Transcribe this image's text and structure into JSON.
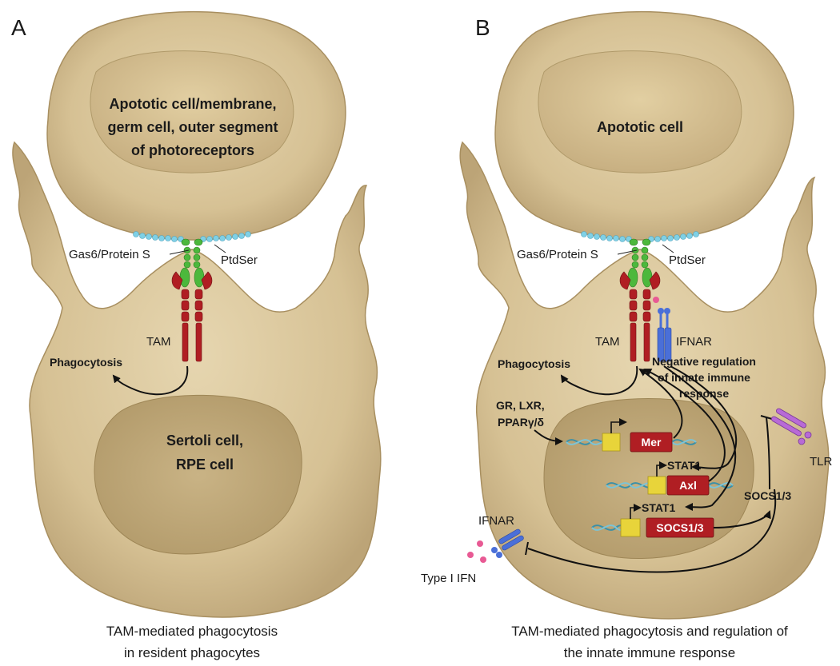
{
  "panels": {
    "A": {
      "letter": "A",
      "top_cell_lines": [
        "Apototic cell/membrane,",
        "germ cell, outer segment",
        "of photoreceptors"
      ],
      "ligand_label": "Gas6/Protein S",
      "ptdser_label": "PtdSer",
      "receptor_label": "TAM",
      "phagocytosis_label": "Phagocytosis",
      "nucleus_lines": [
        "Sertoli cell,",
        "RPE cell"
      ],
      "caption_lines": [
        "TAM-mediated phagocytosis",
        "in resident phagocytes"
      ]
    },
    "B": {
      "letter": "B",
      "top_cell_label": "Apototic cell",
      "ligand_label": "Gas6/Protein S",
      "ptdser_label": "PtdSer",
      "receptor_label": "TAM",
      "ifnar_label": "IFNAR",
      "phagocytosis_label": "Phagocytosis",
      "neg_reg_lines": [
        "Negative regulation",
        "of innate immune",
        "response"
      ],
      "nuclear_receptors_lines": [
        "GR, LXR,",
        "PPARγ/δ"
      ],
      "genes": [
        "Mer",
        "Axl",
        "SOCS1/3"
      ],
      "stat_labels": [
        "STAT1",
        "STAT1"
      ],
      "socs_protein_label": "SOCS1/3",
      "tlr_label": "TLR",
      "ifnar2_label": "IFNAR",
      "type1_ifn_label": "Type I IFN",
      "caption_lines": [
        "TAM-mediated phagocytosis and regulation of",
        "the innate immune response"
      ]
    }
  },
  "colors": {
    "cell_fill": "#d8c49a",
    "cell_edge": "#b49c6c",
    "nucleus_fill": "#c6ae7e",
    "receptor_red": "#b01e23",
    "ligand_green": "#4cb83c",
    "ptdser_blue": "#7fd0e6",
    "ifnar_blue": "#4a6fd8",
    "tlr_purple": "#b86ad6",
    "promoter_yellow": "#e8d43a",
    "ifn_pink": "#e85a94"
  }
}
